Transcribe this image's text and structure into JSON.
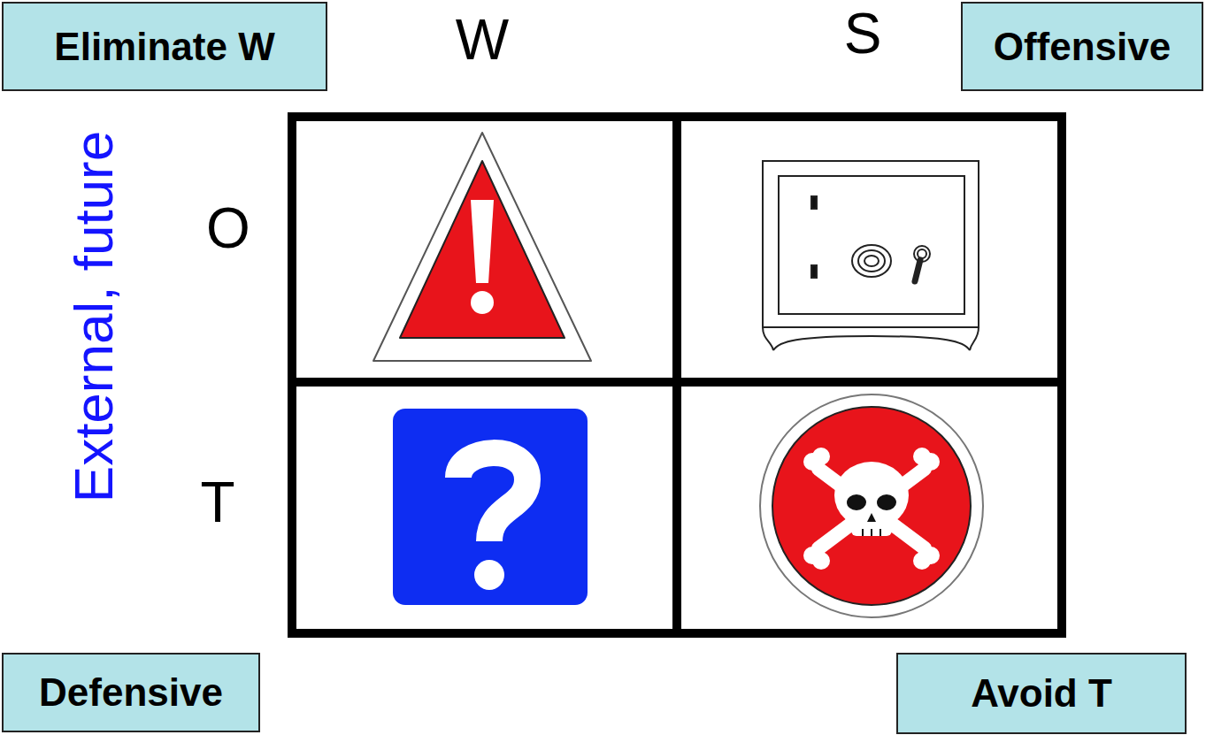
{
  "diagram": {
    "nodes": [
      {
        "text": [
          "Eliminate W"
        ]
      },
      {
        "text": [
          "Offensive"
        ]
      },
      {
        "text": [
          "Defensive"
        ]
      },
      {
        "text": [
          "Avoid T"
        ]
      }
    ],
    "labels": [
      "W",
      "S",
      "O",
      "T",
      "External, future"
    ]
  }
}
